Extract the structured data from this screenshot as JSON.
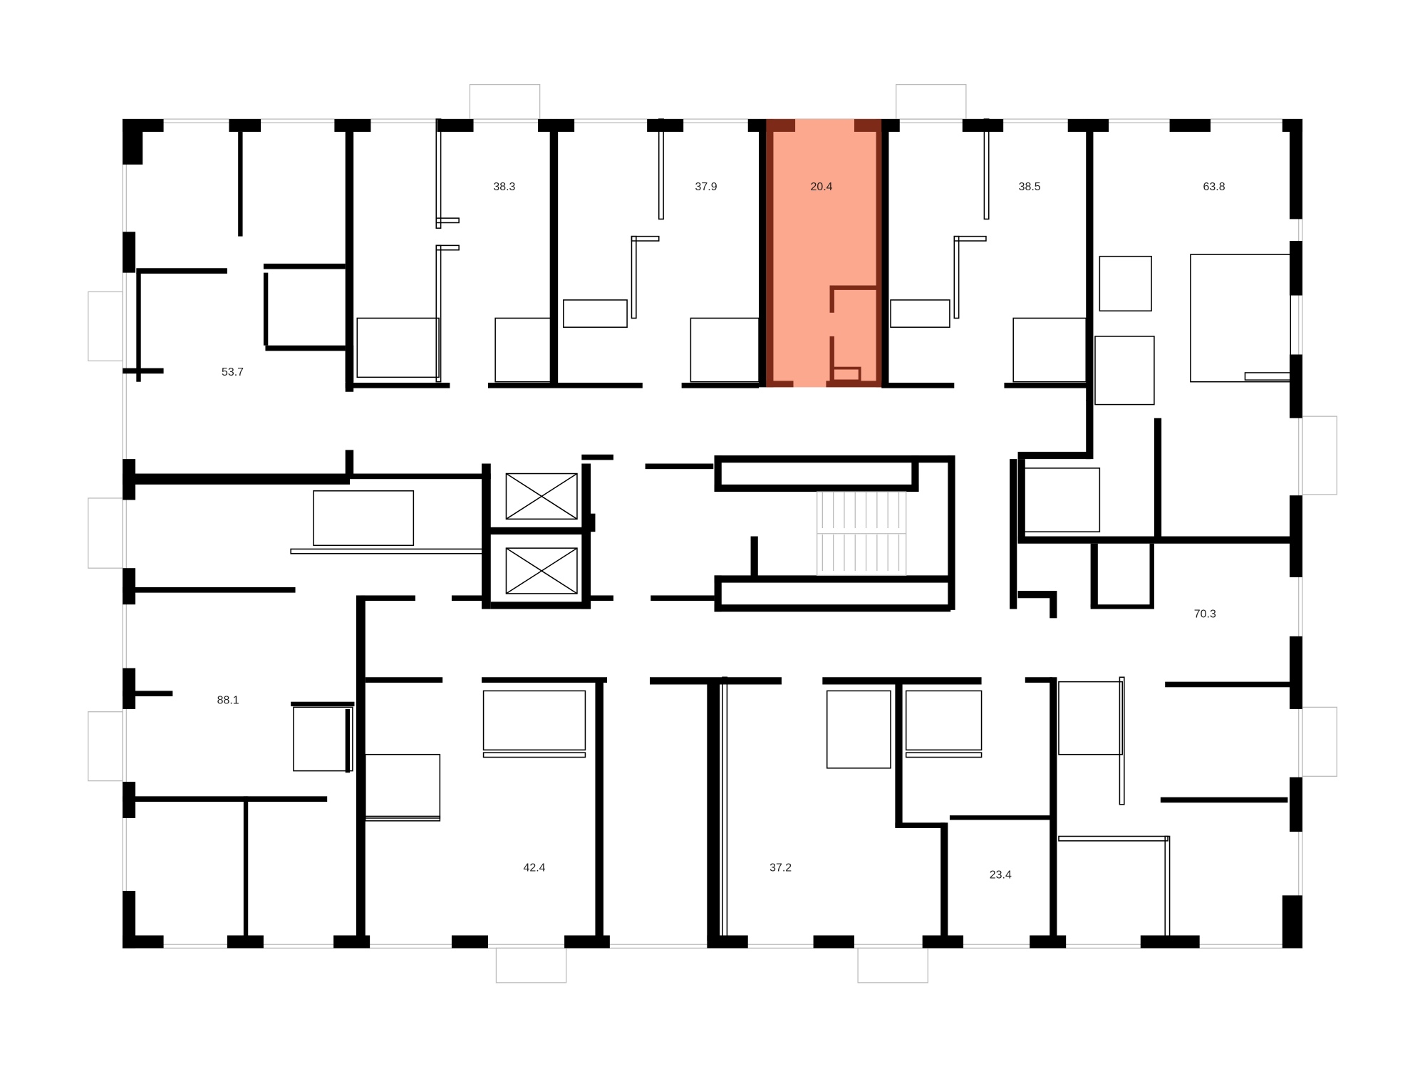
{
  "floor_plan": {
    "highlight_color": "#FBA88F",
    "highlight_wall_color": "#7E2A18",
    "apartments": [
      {
        "id": "apt-38-3",
        "area": "38.3",
        "highlighted": false
      },
      {
        "id": "apt-37-9",
        "area": "37.9",
        "highlighted": false
      },
      {
        "id": "apt-20-4",
        "area": "20.4",
        "highlighted": true
      },
      {
        "id": "apt-38-5",
        "area": "38.5",
        "highlighted": false
      },
      {
        "id": "apt-63-8",
        "area": "63.8",
        "highlighted": false
      },
      {
        "id": "apt-53-7",
        "area": "53.7",
        "highlighted": false
      },
      {
        "id": "apt-70-3",
        "area": "70.3",
        "highlighted": false
      },
      {
        "id": "apt-88-1",
        "area": "88.1",
        "highlighted": false
      },
      {
        "id": "apt-42-4",
        "area": "42.4",
        "highlighted": false
      },
      {
        "id": "apt-37-2",
        "area": "37.2",
        "highlighted": false
      },
      {
        "id": "apt-23-4",
        "area": "23.4",
        "highlighted": false
      }
    ]
  }
}
